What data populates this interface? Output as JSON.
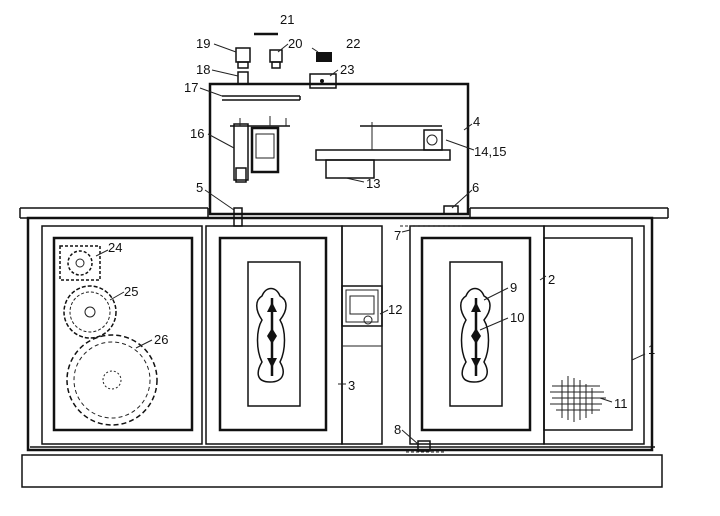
{
  "labels": {
    "l1": "1",
    "l2": "2",
    "l3": "3",
    "l4": "4",
    "l5": "5",
    "l6": "6",
    "l7": "7",
    "l8": "8",
    "l9": "9",
    "l10": "10",
    "l11": "11",
    "l12": "12",
    "l13": "13",
    "l14_15": "14,15",
    "l16": "16",
    "l17": "17",
    "l18": "18",
    "l19": "19",
    "l20": "20",
    "l21": "21",
    "l22": "22",
    "l23": "23",
    "l24": "24",
    "l25": "25",
    "l26": "26"
  }
}
